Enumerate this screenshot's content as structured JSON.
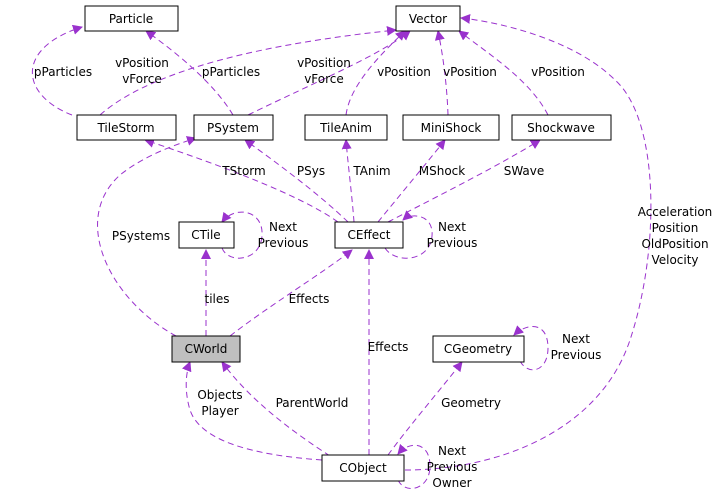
{
  "nodes": {
    "particle": "Particle",
    "vector": "Vector",
    "tilestorm": "TileStorm",
    "psystem": "PSystem",
    "tileanim": "TileAnim",
    "minishock": "MiniShock",
    "shockwave": "Shockwave",
    "ctile": "CTile",
    "ceffect": "CEffect",
    "cworld": "CWorld",
    "cgeometry": "CGeometry",
    "cobject": "CObject"
  },
  "edges": {
    "tilestorm_particle": [
      "pParticles"
    ],
    "tilestorm_vector": [
      "vPosition",
      "vForce"
    ],
    "psystem_particle": [
      "pParticles"
    ],
    "psystem_vector": [
      "vPosition",
      "vForce"
    ],
    "tileanim_vector": [
      "vPosition"
    ],
    "minishock_vector": [
      "vPosition"
    ],
    "shockwave_vector": [
      "vPosition"
    ],
    "ceffect_tilestorm": [
      "TStorm"
    ],
    "ceffect_psystem": [
      "PSys"
    ],
    "ceffect_tileanim": [
      "TAnim"
    ],
    "ceffect_minishock": [
      "MShock"
    ],
    "ceffect_shockwave": [
      "SWave"
    ],
    "ceffect_self": [
      "Next",
      "Previous"
    ],
    "ctile_self": [
      "Next",
      "Previous"
    ],
    "cworld_psystem": [
      "PSystems"
    ],
    "cworld_ctile": [
      "tiles"
    ],
    "cworld_ceffect": [
      "Effects"
    ],
    "cobject_ceffect": [
      "Effects"
    ],
    "cgeometry_self": [
      "Next",
      "Previous"
    ],
    "cobject_vector": [
      "Acceleration",
      "Position",
      "OldPosition",
      "Velocity"
    ],
    "cobject_cworld_objects": [
      "Objects",
      "Player"
    ],
    "cobject_cworld_parent": [
      "ParentWorld"
    ],
    "cobject_cgeometry": [
      "Geometry"
    ],
    "cobject_self": [
      "Next",
      "Previous",
      "Owner"
    ]
  }
}
